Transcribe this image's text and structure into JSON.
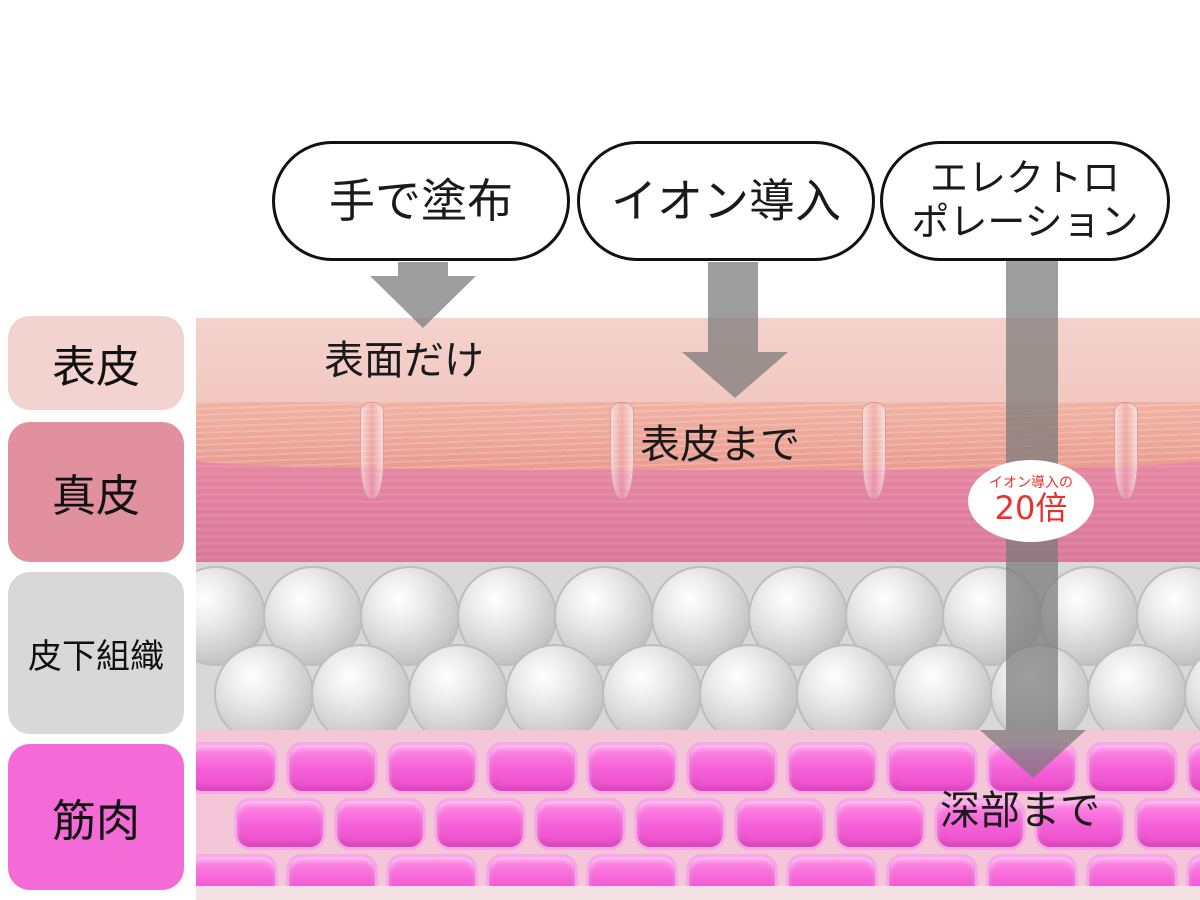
{
  "methods": [
    {
      "lines": [
        "手で塗布"
      ]
    },
    {
      "lines": [
        "イオン導入"
      ]
    },
    {
      "lines": [
        "エレクトロ",
        "ポレーション"
      ]
    }
  ],
  "layers": [
    {
      "label": "表皮",
      "color": "#f3d3cf"
    },
    {
      "label": "真皮",
      "color": "#e0909f"
    },
    {
      "label": "皮下組織",
      "color": "#d8d8d8"
    },
    {
      "label": "筋肉",
      "color": "#f46bd8"
    }
  ],
  "depth_labels": {
    "surface": "表面だけ",
    "epidermis": "表皮まで",
    "deep": "深部まで"
  },
  "badge": {
    "line1": "イオン導入の",
    "line2": "20倍",
    "color": "#e8312e"
  }
}
